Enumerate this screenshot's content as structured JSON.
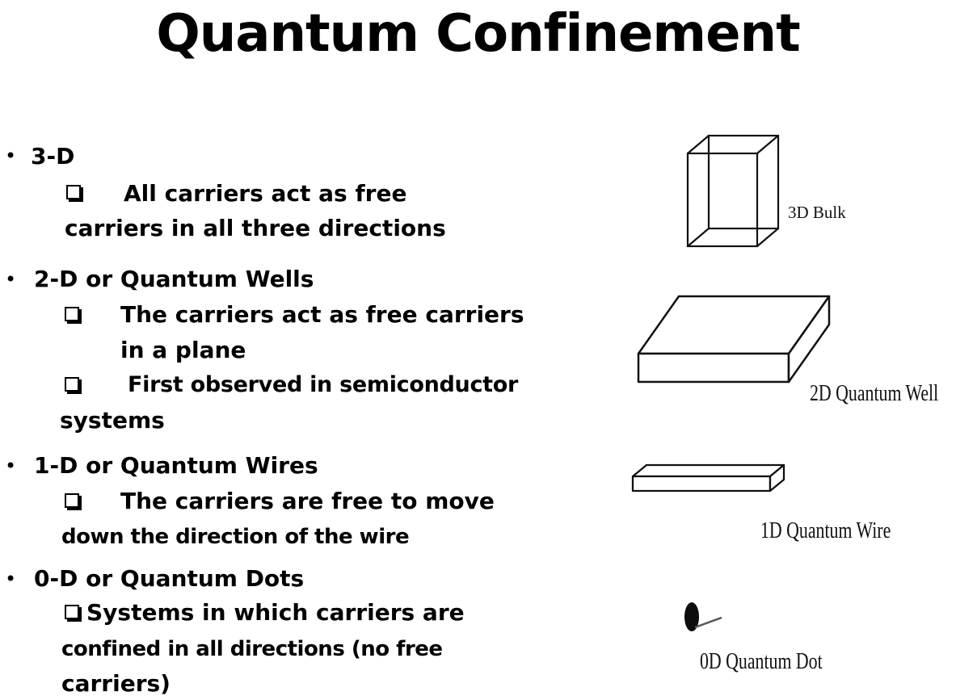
{
  "title": "Quantum Confinement",
  "sections": [
    {
      "heading": "3-D",
      "items": [
        {
          "lines": [
            "All carriers act as free",
            "carriers in all three directions"
          ]
        }
      ]
    },
    {
      "heading": "2-D or Quantum Wells",
      "items": [
        {
          "lines": [
            "The carriers act as free carriers",
            "in a plane"
          ]
        },
        {
          "lines": [
            "First observed in semiconductor",
            "systems"
          ]
        }
      ]
    },
    {
      "heading": "1-D or Quantum Wires",
      "items": [
        {
          "lines": [
            "The carriers are free to move",
            "down the direction of the wire"
          ]
        }
      ]
    },
    {
      "heading": "0-D or Quantum Dots",
      "items": [
        {
          "lines": [
            "Systems in which carriers are",
            "confined in all directions (no free",
            "carriers)"
          ]
        }
      ]
    }
  ],
  "figures": {
    "bulk": "3D Bulk",
    "well": "2D Quantum Well",
    "wire": "1D Quantum Wire",
    "dot": "0D Quantum Dot"
  },
  "icons": {
    "bullet": "bullet-dot-icon",
    "checkbox": "hollow-square-checkbox-icon"
  }
}
